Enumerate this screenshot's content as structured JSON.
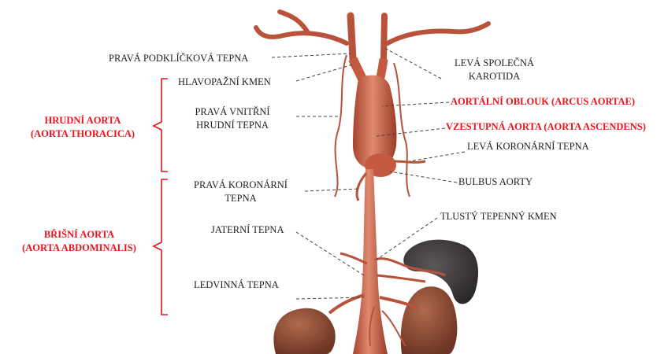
{
  "labels": {
    "right_subclavian": "PRAVÁ PODKLÍČKOVÁ TEPNA",
    "brachiocephalic": "HLAVOPAŽNÍ KMEN",
    "int_thoracic_1": "PRAVÁ VNITŘNÍ",
    "int_thoracic_2": "HRUDNÍ TEPNA",
    "r_coronary_1": "PRAVÁ KORONÁRNÍ",
    "r_coronary_2": "TEPNA",
    "hepatic": "JATERNÍ TEPNA",
    "renal": "LEDVINNÁ TEPNA",
    "l_carotid_1": "LEVÁ SPOLEČNÁ",
    "l_carotid_2": "KAROTIDA",
    "aortic_arch": "AORTÁLNÍ OBLOUK (ARCUS AORTAE)",
    "ascending": "VZESTUPNÁ AORTA (AORTA ASCENDENS)",
    "l_coronary": "LEVÁ KORONÁRNÍ TEPNA",
    "bulbus": "BULBUS AORTY",
    "celiac": "TLUSTÝ TEPENNÝ KMEN"
  },
  "groups": {
    "thoracic_1": "HRUDNÍ AORTA",
    "thoracic_2": "(AORTA THORACICA)",
    "abdominal_1": "BŘIŠNÍ AORTA",
    "abdominal_2": "(AORTA ABDOMINALIS)"
  },
  "colors": {
    "highlight": "#e8141b",
    "text": "#222222",
    "vessel": "#c9604a",
    "organ": "#8a4a35",
    "spleen": "#3d3a3c"
  }
}
